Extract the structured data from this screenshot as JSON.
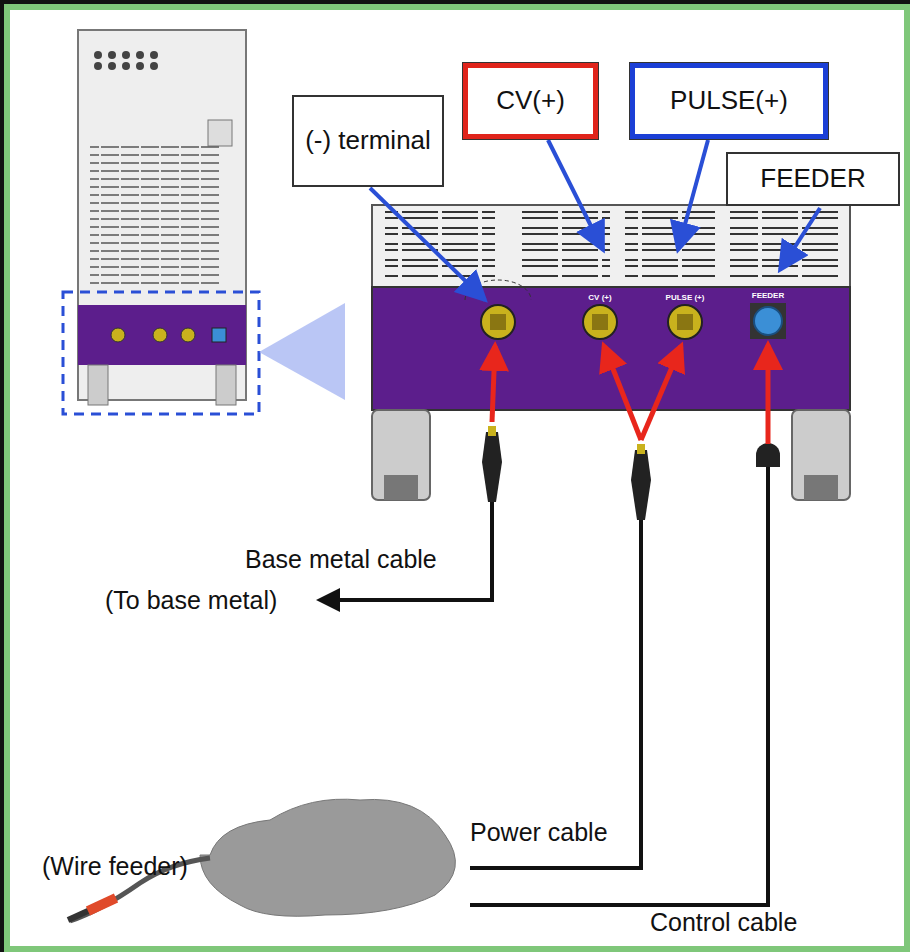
{
  "diagram": {
    "nodes": [
      {
        "text": [
          "(-) terminal"
        ]
      },
      {
        "text": [
          "CV(+)"
        ]
      },
      {
        "text": [
          "PULSE(+)"
        ]
      },
      {
        "text": [
          "FEEDER"
        ]
      }
    ],
    "labels": [
      "CV (+)",
      "PULSE (+)",
      "FEEDER",
      "Base metal cable",
      "(To base metal)",
      "Power cable",
      "(Wire feeder)",
      "Control cable"
    ]
  }
}
